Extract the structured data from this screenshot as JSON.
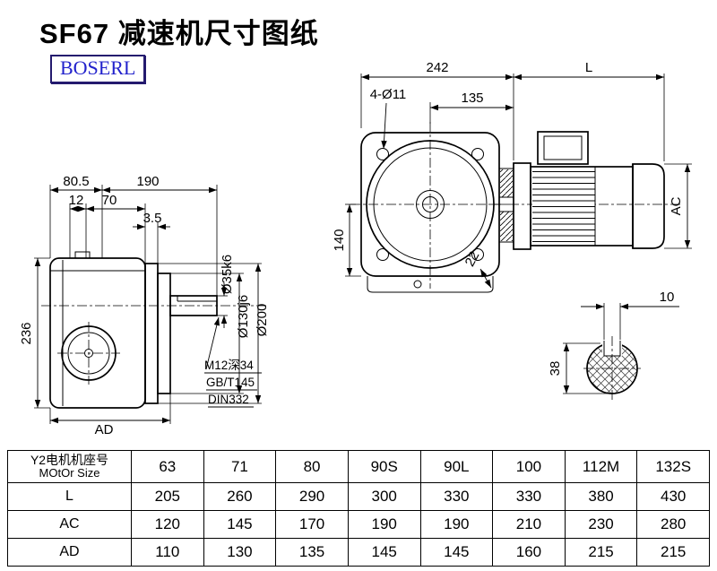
{
  "title": "SF67 减速机尺寸图纸",
  "logo_text": "BOSERL",
  "drawing": {
    "dims": {
      "d242": "242",
      "dL": "L",
      "d4o11": "4-Ø11",
      "d135": "135",
      "d140": "140",
      "d22": "22",
      "dAC": "AC",
      "d805": "80.5",
      "d190": "190",
      "d12": "12",
      "d70": "70",
      "d35": "3.5",
      "d236": "236",
      "dAD": "AD",
      "o35": "Ø35k6",
      "o130": "Ø130j6",
      "o200": "Ø200",
      "d10": "10",
      "d38": "38"
    },
    "notes": [
      "M12深34",
      "GB/T145",
      "DIN332"
    ]
  },
  "table": {
    "header": {
      "line1": "Y2电机机座号",
      "line2": "MOtOr Size"
    },
    "motor_sizes": [
      "63",
      "71",
      "80",
      "90S",
      "90L",
      "100",
      "112M",
      "132S"
    ],
    "rows": [
      {
        "label": "L",
        "values": [
          "205",
          "260",
          "290",
          "300",
          "330",
          "330",
          "380",
          "430"
        ]
      },
      {
        "label": "AC",
        "values": [
          "120",
          "145",
          "170",
          "190",
          "190",
          "210",
          "230",
          "280"
        ]
      },
      {
        "label": "AD",
        "values": [
          "110",
          "130",
          "135",
          "145",
          "145",
          "160",
          "215",
          "215"
        ]
      }
    ]
  }
}
